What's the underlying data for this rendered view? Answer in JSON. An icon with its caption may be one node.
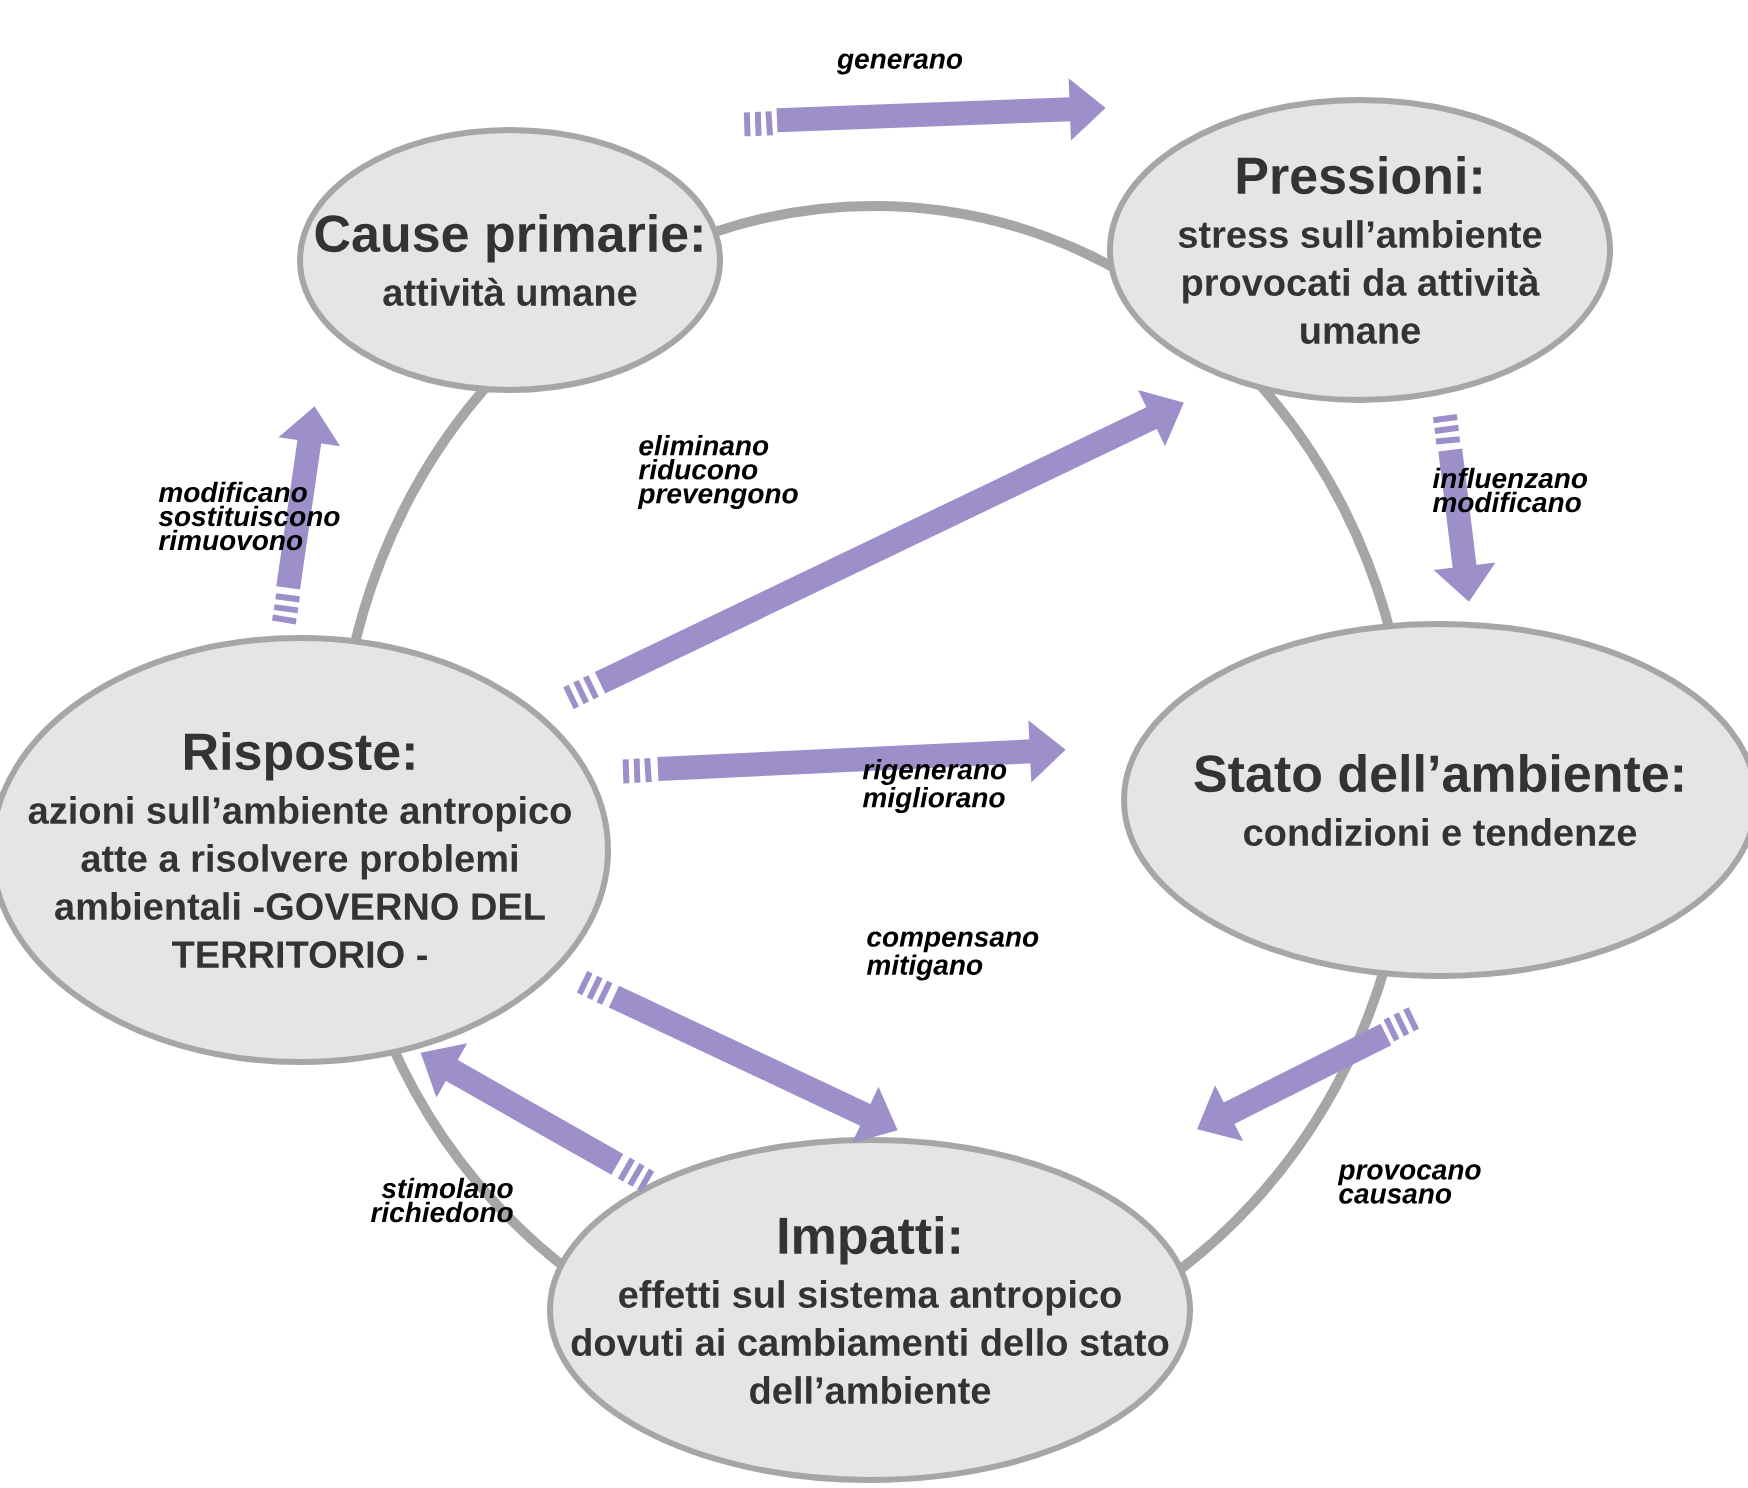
{
  "diagram": {
    "nodes": [
      {
        "text": [
          "Cause primarie:",
          "attività umane"
        ]
      },
      {
        "text": [
          "Pressioni:",
          "stress sull’ambiente provocati da attività umane"
        ]
      },
      {
        "text": [
          "Stato dell’ambiente:",
          "condizioni e tendenze"
        ]
      },
      {
        "text": [
          "Impatti:",
          "effetti sul sistema antropico dovuti ai cambiamenti dello stato dell’ambiente"
        ]
      },
      {
        "text": [
          "Risposte:",
          "azioni sull’ambiente antropico atte a risolvere problemi ambientali -GOVERNO DEL TERRITORIO -"
        ]
      }
    ],
    "edges": [
      {
        "from": 0,
        "to": 1,
        "arrow": "to",
        "label": "generano"
      },
      {
        "from": 1,
        "to": 2,
        "arrow": "to",
        "label": "influenzano modificano"
      },
      {
        "from": 2,
        "to": 3,
        "arrow": "to",
        "label": "provocano causano"
      },
      {
        "from": 3,
        "to": 4,
        "arrow": "to",
        "label": "stimolano richiedono"
      },
      {
        "from": 4,
        "to": 0,
        "arrow": "to",
        "label": "modificano sostituiscono rimuovono"
      },
      {
        "from": 4,
        "to": 1,
        "arrow": "to",
        "label": "eliminano riducono prevengono"
      },
      {
        "from": 4,
        "to": 2,
        "arrow": "to",
        "label": "rigenerano migliorano"
      },
      {
        "from": 4,
        "to": 3,
        "arrow": "to",
        "label": "compensano mitigano"
      }
    ]
  }
}
